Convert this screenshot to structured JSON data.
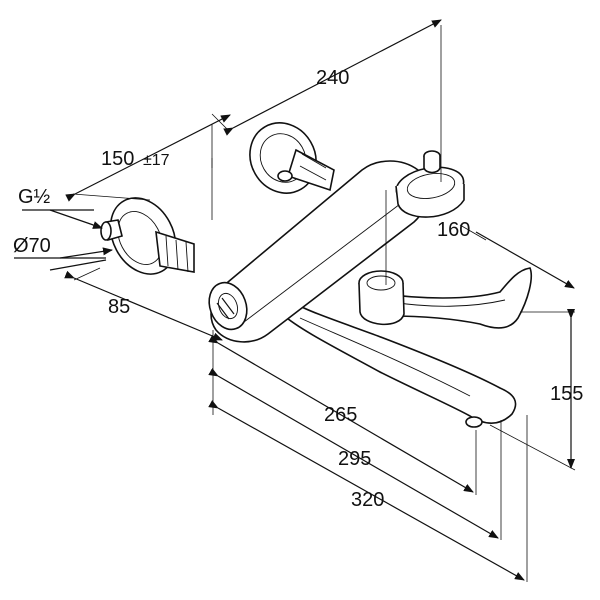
{
  "dimensions": {
    "total_length": "240",
    "wall_centers": "150",
    "wall_centers_tol": "±17",
    "thread": "G½",
    "rosette_diameter": "Ø70",
    "projection": "85",
    "spout_offset": "160",
    "height": "155",
    "spout_reach_1": "265",
    "spout_reach_2": "295",
    "spout_reach_3": "320"
  }
}
